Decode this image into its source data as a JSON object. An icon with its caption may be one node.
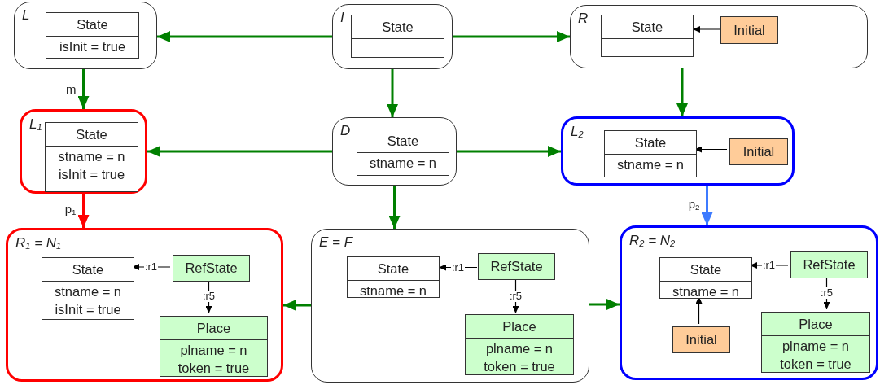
{
  "diagram": {
    "nodes": [
      {
        "text": [
          "L"
        ]
      },
      {
        "text": [
          "State",
          "isInit = true"
        ],
        "in": 0
      },
      {
        "text": [
          "I"
        ]
      },
      {
        "text": [
          "State"
        ],
        "in": 2
      },
      {
        "text": [
          "R"
        ]
      },
      {
        "text": [
          "State"
        ],
        "in": 4
      },
      {
        "text": [
          "Initial"
        ],
        "in": 4
      },
      {
        "text": [
          "L$_{1}$"
        ]
      },
      {
        "text": [
          "State",
          "stname = n",
          "isInit = true"
        ],
        "in": 7
      },
      {
        "text": [
          "D"
        ]
      },
      {
        "text": [
          "State",
          "stname = n"
        ],
        "in": 9
      },
      {
        "text": [
          "L$_{2}$"
        ]
      },
      {
        "text": [
          "State",
          "stname = n"
        ],
        "in": 11
      },
      {
        "text": [
          "Initial"
        ],
        "in": 11
      },
      {
        "text": [
          "R$_{1}$ = N$_{1}$"
        ]
      },
      {
        "text": [
          "State",
          "stname = n",
          "isInit = true"
        ],
        "in": 14
      },
      {
        "text": [
          "RefState"
        ],
        "in": 14
      },
      {
        "text": [
          "Place",
          "plname = n",
          "token = true"
        ],
        "in": 14
      },
      {
        "text": [
          "E = F"
        ]
      },
      {
        "text": [
          "State",
          "stname = n"
        ],
        "in": 18
      },
      {
        "text": [
          "RefState"
        ],
        "in": 18
      },
      {
        "text": [
          "Place",
          "plname = n",
          "token = true"
        ],
        "in": 18
      },
      {
        "text": [
          "R$_{2}$ = N$_{2}$"
        ]
      },
      {
        "text": [
          "State",
          "stname = n"
        ],
        "in": 22
      },
      {
        "text": [
          "RefState"
        ],
        "in": 22
      },
      {
        "text": [
          "Initial"
        ],
        "in": 22
      },
      {
        "text": [
          "Place",
          "plname = n",
          "token = true"
        ],
        "in": 22
      }
    ],
    "edges": [
      {
        "from": 2,
        "to": 0,
        "arrow": "to"
      },
      {
        "from": 2,
        "to": 4,
        "arrow": "to"
      },
      {
        "from": 2,
        "to": 9,
        "arrow": "to"
      },
      {
        "from": 0,
        "to": 7,
        "arrow": "to",
        "label": "m"
      },
      {
        "from": 4,
        "to": 11,
        "arrow": "to"
      },
      {
        "from": 9,
        "to": 7,
        "arrow": "to"
      },
      {
        "from": 9,
        "to": 11,
        "arrow": "to"
      },
      {
        "from": 9,
        "to": 18,
        "arrow": "to"
      },
      {
        "from": 7,
        "to": 14,
        "arrow": "to",
        "label": "p$_{1}$",
        "color": "#ff0000"
      },
      {
        "from": 11,
        "to": 22,
        "arrow": "to",
        "label": "p$_{2}$",
        "color": "#3d7bff"
      },
      {
        "from": 18,
        "to": 14,
        "arrow": "to"
      },
      {
        "from": 18,
        "to": 22,
        "arrow": "to"
      },
      {
        "from": 6,
        "to": 5,
        "arrow": "to",
        "color": "#000000"
      },
      {
        "from": 13,
        "to": 12,
        "arrow": "to",
        "color": "#000000"
      },
      {
        "from": 16,
        "to": 15,
        "arrow": "to",
        "label": ":r1",
        "color": "#000000"
      },
      {
        "from": 16,
        "to": 17,
        "arrow": "to",
        "label": ":r5",
        "color": "#000000"
      },
      {
        "from": 20,
        "to": 19,
        "arrow": "to",
        "label": ":r1",
        "color": "#000000"
      },
      {
        "from": 20,
        "to": 21,
        "arrow": "to",
        "label": ":r5",
        "color": "#000000"
      },
      {
        "from": 24,
        "to": 23,
        "arrow": "to",
        "label": ":r1",
        "color": "#000000"
      },
      {
        "from": 24,
        "to": 26,
        "arrow": "to",
        "label": ":r5",
        "color": "#000000"
      },
      {
        "from": 25,
        "to": 23,
        "arrow": "to",
        "color": "#000000"
      }
    ]
  }
}
